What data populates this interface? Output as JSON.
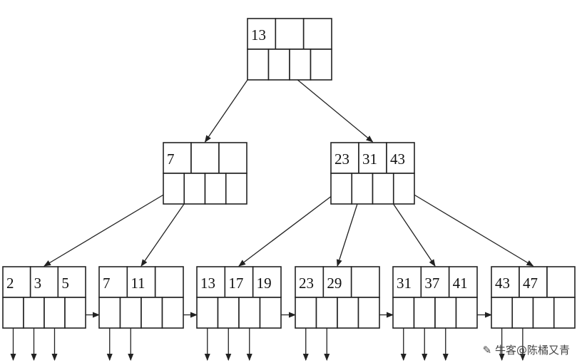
{
  "tree": {
    "root": {
      "keys": [
        "13",
        "",
        ""
      ]
    },
    "internal": [
      {
        "keys": [
          "7",
          "",
          ""
        ]
      },
      {
        "keys": [
          "23",
          "31",
          "43"
        ]
      }
    ],
    "leaves": [
      {
        "keys": [
          "2",
          "3",
          "5"
        ]
      },
      {
        "keys": [
          "7",
          "11",
          ""
        ]
      },
      {
        "keys": [
          "13",
          "17",
          "19"
        ]
      },
      {
        "keys": [
          "23",
          "29",
          ""
        ]
      },
      {
        "keys": [
          "31",
          "37",
          "41"
        ]
      },
      {
        "keys": [
          "43",
          "47",
          ""
        ]
      }
    ]
  },
  "watermark": {
    "text": "牛客@陈橘又青"
  }
}
